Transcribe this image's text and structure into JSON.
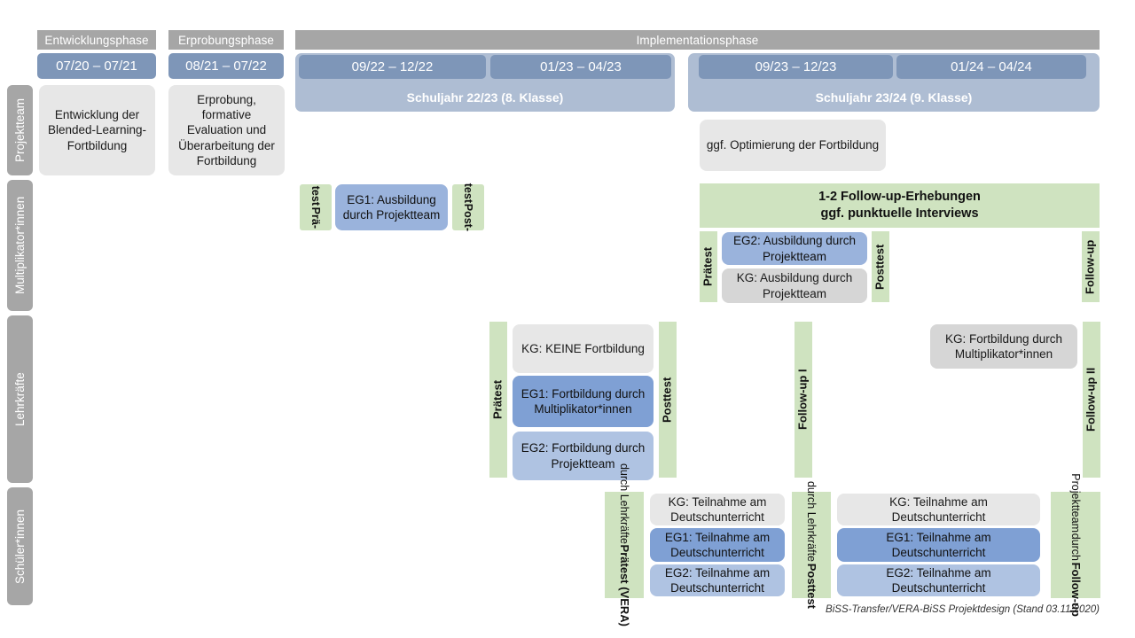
{
  "diagram": {
    "footer": "BiSS-Transfer/VERA-BiSS Projektdesign (Stand 03.11.2020)",
    "colors": {
      "phase_header": "#a6a6a6",
      "date_chip": "#7e96b8",
      "year_band": "#aebdd3",
      "green_test": "#cfe3c0",
      "grey_card": "#e7e7e7",
      "grey_card_dark": "#d6d6d6",
      "blue_mid": "#9ab3dc",
      "blue_dark": "#7fa0d4",
      "blue_light": "#afc3e2"
    }
  },
  "phases": [
    {
      "label": "Entwicklungsphase"
    },
    {
      "label": "Erprobungsphase"
    },
    {
      "label": "Implementationsphase"
    }
  ],
  "periods": [
    {
      "label": "07/20 – 07/21"
    },
    {
      "label": "08/21 – 07/22"
    },
    {
      "label": "09/22 – 12/22"
    },
    {
      "label": "01/23 – 04/23"
    },
    {
      "label": "09/23 – 12/23"
    },
    {
      "label": "01/24 – 04/24"
    }
  ],
  "school_years": [
    {
      "label": "Schuljahr 22/23 (8. Klasse)"
    },
    {
      "label": "Schuljahr 23/24 (9. Klasse)"
    }
  ],
  "actors": [
    {
      "label": "Projektteam"
    },
    {
      "label": "Multiplikator*innen"
    },
    {
      "label": "Lehrkräfte"
    },
    {
      "label": "Schüler*innen"
    }
  ],
  "rows": {
    "projektteam": {
      "cards": [
        {
          "text": "Entwicklung der Blended-Learning-Fortbildung"
        },
        {
          "text": "Erprobung, formative Evaluation und Überarbeitung der Fortbildung"
        },
        {
          "text": "ggf. Optimierung der Fortbildung"
        }
      ]
    },
    "multiplikatoren": {
      "tests": [
        {
          "line1": "Prä-",
          "line2": "test"
        },
        {
          "line1": "Post-",
          "line2": "test"
        },
        {
          "line1": "Prätest",
          "line2": ""
        },
        {
          "line1": "Posttest",
          "line2": ""
        },
        {
          "line1": "Follow-up",
          "line2": ""
        }
      ],
      "banner": "1-2 Follow-up-Erhebungen\nggf. punktuelle Interviews",
      "banner_line1": "1-2 Follow-up-Erhebungen",
      "banner_line2": "ggf. punktuelle Interviews",
      "cards": [
        {
          "text": "EG1: Ausbildung durch Projektteam"
        },
        {
          "text": "EG2:  Ausbildung durch Projektteam"
        },
        {
          "text": "KG: Ausbildung durch Projektteam"
        }
      ]
    },
    "lehrkraefte": {
      "tests": [
        {
          "label": "Prätest"
        },
        {
          "label": "Posttest"
        },
        {
          "label": "Follow-up I"
        },
        {
          "label": "Follow-up II"
        }
      ],
      "cards": [
        {
          "text": "KG:  KEINE Fortbildung"
        },
        {
          "text": "EG1: Fortbildung durch Multiplikator*innen"
        },
        {
          "text": "EG2: Fortbildung durch Projektteam"
        },
        {
          "text": "KG: Fortbildung durch Multiplikator*innen"
        }
      ]
    },
    "schueler": {
      "tests": [
        {
          "main": "Prätest (VERA)",
          "sub": "durch Lehrkräfte"
        },
        {
          "main": "Posttest",
          "sub": "durch Lehrkräfte"
        },
        {
          "main": "Follow-up",
          "sub": "durch",
          "sub2": "Projektteam"
        }
      ],
      "cards_left": [
        {
          "text": "KG: Teilnahme am Deutschunterricht"
        },
        {
          "text": "EG1: Teilnahme am Deutschunterricht"
        },
        {
          "text": "EG2: Teilnahme am Deutschunterricht"
        }
      ],
      "cards_right": [
        {
          "text": "KG: Teilnahme am Deutschunterricht"
        },
        {
          "text": "EG1: Teilnahme am Deutschunterricht"
        },
        {
          "text": "EG2: Teilnahme am Deutschunterricht"
        }
      ]
    }
  }
}
